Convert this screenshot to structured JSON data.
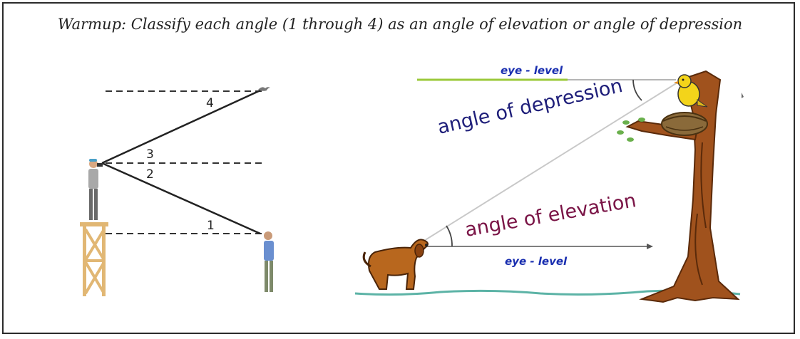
{
  "title": "Warmup: Classify each angle (1 through 4) as an angle of elevation or angle of depression",
  "left_diagram": {
    "angle_labels": [
      "1",
      "2",
      "3",
      "4"
    ]
  },
  "right_diagram": {
    "eye_level_top": "eye - level",
    "eye_level_bottom": "eye - level",
    "depression_label": "angle of depression",
    "elevation_label": "angle of elevation"
  }
}
